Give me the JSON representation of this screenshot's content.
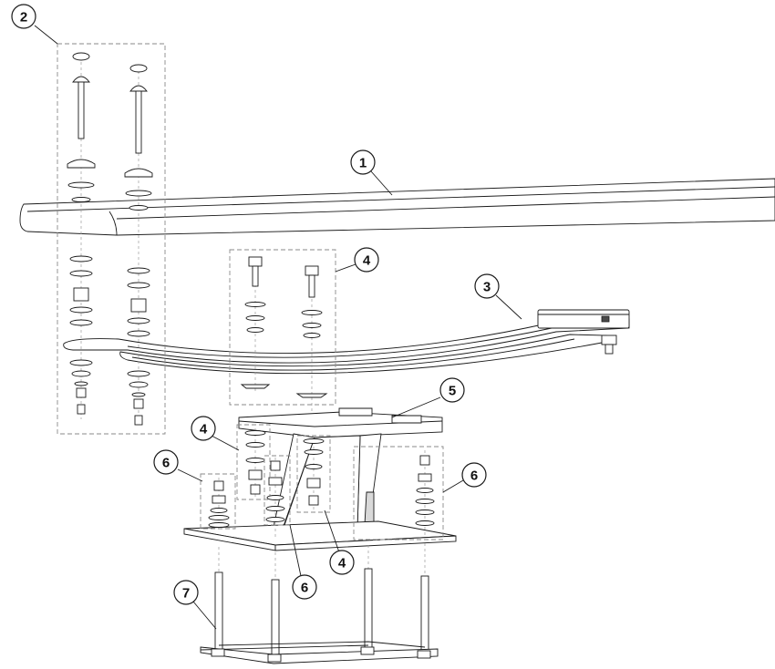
{
  "callouts": [
    {
      "id": "1",
      "label": "1"
    },
    {
      "id": "2",
      "label": "2"
    },
    {
      "id": "3",
      "label": "3"
    },
    {
      "id": "4a",
      "label": "4"
    },
    {
      "id": "4b",
      "label": "4"
    },
    {
      "id": "4c",
      "label": "4"
    },
    {
      "id": "5",
      "label": "5"
    },
    {
      "id": "6a",
      "label": "6"
    },
    {
      "id": "6b",
      "label": "6"
    },
    {
      "id": "6c",
      "label": "6"
    },
    {
      "id": "7",
      "label": "7"
    }
  ]
}
